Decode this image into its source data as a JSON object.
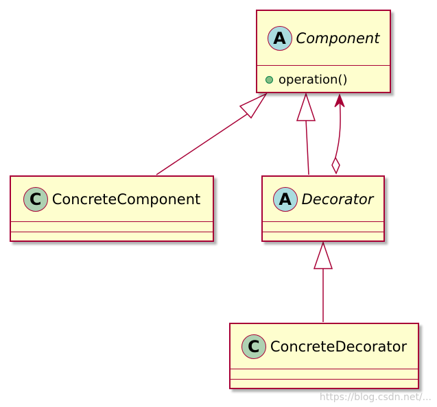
{
  "classes": {
    "component": {
      "stereotype": "A",
      "name": "Component",
      "member_operation": "operation()"
    },
    "concrete_component": {
      "stereotype": "C",
      "name": "ConcreteComponent"
    },
    "decorator": {
      "stereotype": "A",
      "name": "Decorator"
    },
    "concrete_decorator": {
      "stereotype": "C",
      "name": "ConcreteDecorator"
    }
  },
  "watermark": "https://blog.csdn.net/...",
  "colors": {
    "border": "#A80036",
    "fill": "#FEFECE",
    "abstract_badge": "#A9DCDF",
    "concrete_badge": "#ADD1B2",
    "public_marker": "#84BE84"
  }
}
